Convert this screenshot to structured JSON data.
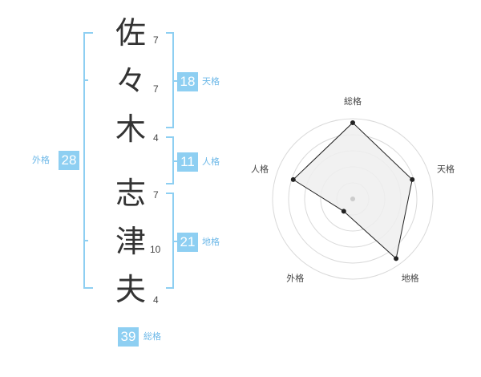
{
  "name": {
    "chars": [
      {
        "char": "佐",
        "strokes": "7"
      },
      {
        "char": "々",
        "strokes": "7"
      },
      {
        "char": "木",
        "strokes": "4"
      },
      {
        "char": "志",
        "strokes": "7"
      },
      {
        "char": "津",
        "strokes": "10"
      },
      {
        "char": "夫",
        "strokes": "4"
      }
    ]
  },
  "fortunes": {
    "tenkaku": {
      "value": "18",
      "label": "天格"
    },
    "jinkaku": {
      "value": "11",
      "label": "人格"
    },
    "chikaku": {
      "value": "21",
      "label": "地格"
    },
    "gaikaku": {
      "value": "28",
      "label": "外格"
    },
    "soukaku": {
      "value": "39",
      "label": "総格"
    }
  },
  "colors": {
    "accent": "#8ecff2",
    "accent_text": "#6cb8e8",
    "radar_fill": "#eeeeee",
    "radar_line": "#222222"
  },
  "chart_data": {
    "type": "radar",
    "axes": [
      "総格",
      "天格",
      "地格",
      "外格",
      "人格"
    ],
    "values": [
      0.95,
      0.78,
      0.92,
      0.19,
      0.78
    ],
    "range": [
      0,
      1
    ],
    "rings": 5
  }
}
